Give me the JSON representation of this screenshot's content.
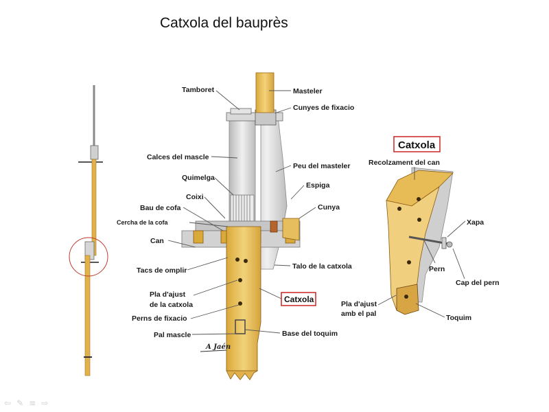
{
  "title": "Catxola del bauprès",
  "labels": {
    "tamboret": "Tamboret",
    "masteler": "Masteler",
    "cunyes_fixacio": "Cunyes de fixacio",
    "calces_mascle": "Calces del mascle",
    "peu_masteler": "Peu del masteler",
    "quimelga": "Quimelga",
    "espiga": "Espiga",
    "coixi": "Coixi",
    "cunya": "Cunya",
    "bau_cofa": "Bau de cofa",
    "cercha_cofa": "Cercha de la cofa",
    "can": "Can",
    "tacs_omplir": "Tacs de omplir",
    "talo_catxola": "Talo de la catxola",
    "pla_ajust_1": "Pla d'ajust",
    "pla_ajust_2": "de la catxola",
    "catxola_boxed": "Catxola",
    "perns_fixacio": "Perns de fixacio",
    "pal_mascle": "Pal mascle",
    "base_toquim": "Base del toquim",
    "signature": "A Jaén"
  },
  "detail": {
    "title": "Catxola",
    "recolzament": "Recolzament del can",
    "xapa": "Xapa",
    "pern": "Pern",
    "cap_pern": "Cap del pern",
    "pla_ajust_pal_1": "Pla d'ajust",
    "pla_ajust_pal_2": "amb el pal",
    "toquim": "Toquim"
  },
  "nav": {
    "prev": "⇦",
    "pen": "✎",
    "menu": "≡",
    "next": "⇨"
  },
  "colors": {
    "wood": "#e8c262",
    "metal": "#c8c8c8",
    "highlight_box": "#cc2222"
  }
}
